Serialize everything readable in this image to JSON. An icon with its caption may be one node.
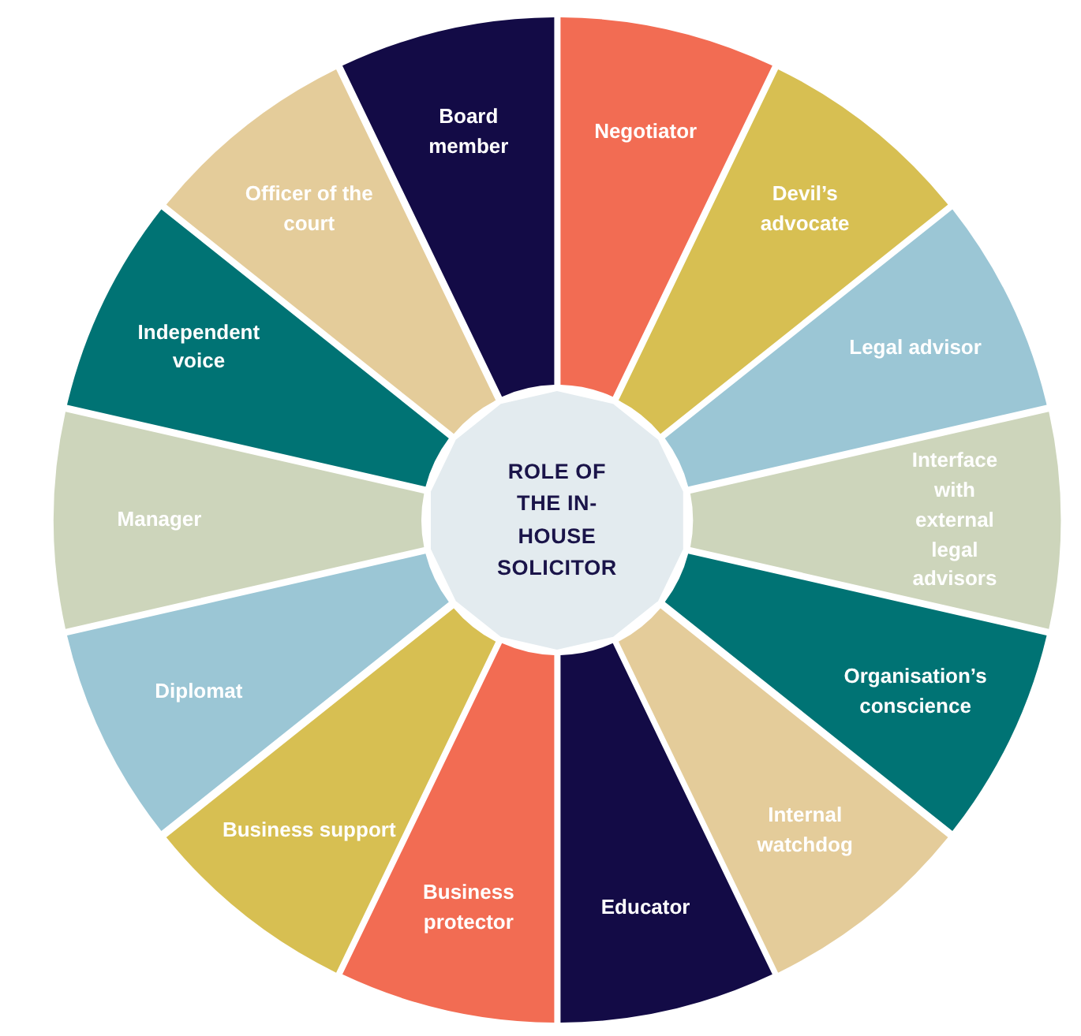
{
  "diagram": {
    "nodes": [
      {
        "text": [
          "ROLE OF THE IN-HOUSE SOLICITOR"
        ]
      },
      {
        "text": [
          "Negotiator"
        ]
      },
      {
        "text": [
          "Devil’s advocate"
        ]
      },
      {
        "text": [
          "Legal advisor"
        ]
      },
      {
        "text": [
          "Interface with external legal advisors"
        ]
      },
      {
        "text": [
          "Organisation’s conscience"
        ]
      },
      {
        "text": [
          "Internal watchdog"
        ]
      },
      {
        "text": [
          "Educator"
        ]
      },
      {
        "text": [
          "Business protector"
        ]
      },
      {
        "text": [
          "Business support"
        ]
      },
      {
        "text": [
          "Diplomat"
        ]
      },
      {
        "text": [
          "Manager"
        ]
      },
      {
        "text": [
          "Independent voice"
        ]
      },
      {
        "text": [
          "Officer of the court"
        ]
      },
      {
        "text": [
          "Board member"
        ]
      }
    ]
  }
}
